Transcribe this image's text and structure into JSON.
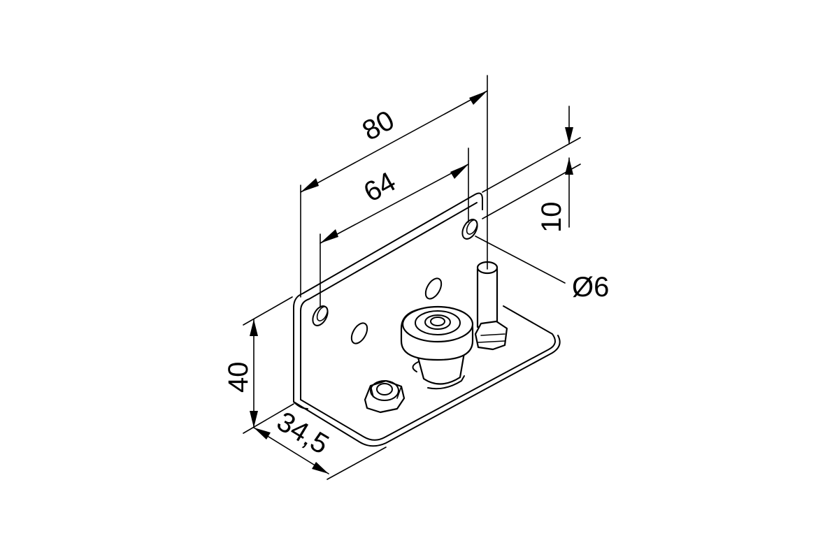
{
  "dimensions": {
    "overall_length": "80",
    "hole_spacing": "64",
    "hole_offset": "10",
    "hole_diameter": "Ø6",
    "height": "40",
    "depth": "34,5"
  },
  "colors": {
    "line": "#000000",
    "background": "#ffffff"
  }
}
